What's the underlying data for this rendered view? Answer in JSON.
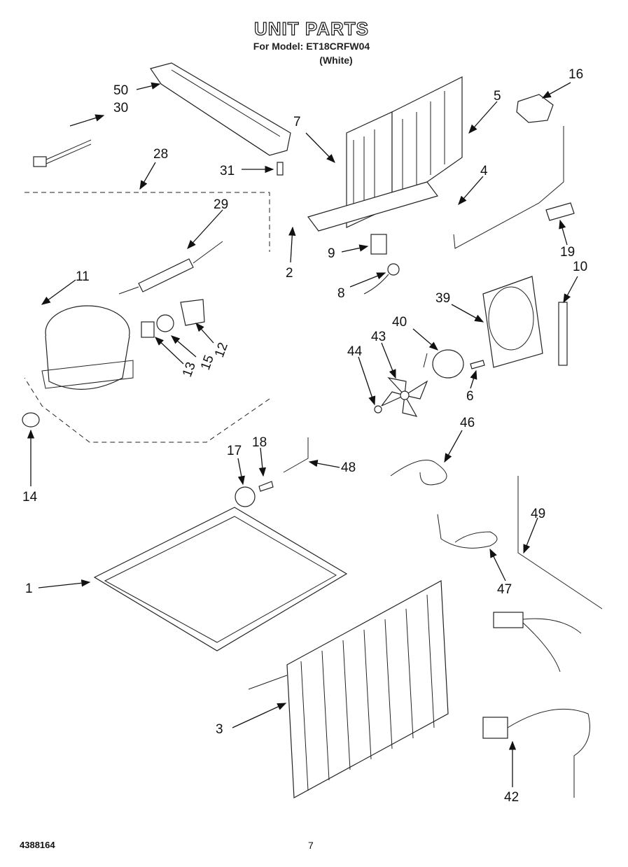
{
  "header": {
    "title": "UNIT PARTS",
    "subtitle": "For Model: ET18CRFW04",
    "variant": "(White)"
  },
  "footer": {
    "doc_number": "4388164",
    "page_number": "7"
  },
  "callouts": [
    "50",
    "30",
    "28",
    "31",
    "7",
    "5",
    "16",
    "4",
    "29",
    "2",
    "9",
    "19",
    "10",
    "11",
    "8",
    "39",
    "40",
    "12",
    "15",
    "13",
    "43",
    "44",
    "6",
    "14",
    "17",
    "18",
    "48",
    "46",
    "49",
    "1",
    "47",
    "3",
    "42"
  ]
}
